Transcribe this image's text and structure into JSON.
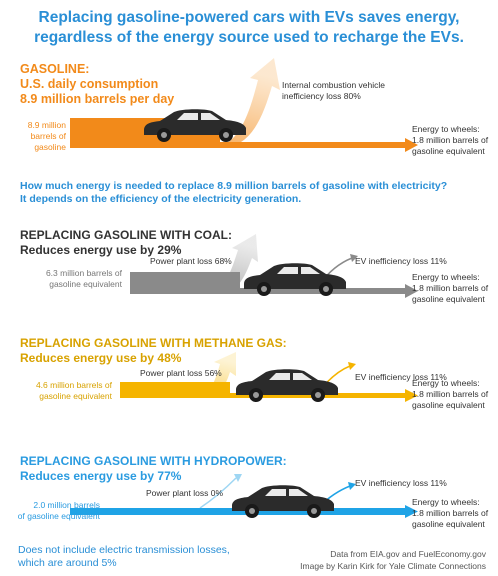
{
  "title": {
    "line1": "Replacing gasoline-powered cars with EVs saves energy,",
    "line2": "regardless of the energy source used to recharge the EVs."
  },
  "gasoline": {
    "heading1": "GASOLINE:",
    "heading2": "U.S. daily consumption",
    "heading3": "8.9 million barrels per day",
    "input_line1": "8.9 million barrels of",
    "input_line2": "gasoline",
    "loss_line1": "Internal combustion vehicle",
    "loss_line2": "inefficiency loss 80%",
    "out_line1": "Energy to wheels:",
    "out_line2": "1.8 million barrels of",
    "out_line3": "gasoline equivalent"
  },
  "question": {
    "line1": "How much energy is needed to replace 8.9 million barrels of gasoline with electricity?",
    "line2": "It depends on the efficiency of the electricity generation."
  },
  "coal": {
    "heading1": "REPLACING GASOLINE WITH COAL:",
    "heading2": "Reduces energy use by 29%",
    "input_line1": "6.3 million barrels of",
    "input_line2": "gasoline equivalent",
    "plant_loss": "Power plant loss 68%",
    "ev_loss": "EV inefficiency loss 11%",
    "out_line1": "Energy to wheels:",
    "out_line2": "1.8 million barrels of",
    "out_line3": "gasoline equivalent"
  },
  "methane": {
    "heading1": "REPLACING GASOLINE WITH METHANE GAS:",
    "heading2": "Reduces energy use by 48%",
    "input_line1": "4.6 million barrels of",
    "input_line2": "gasoline equivalent",
    "plant_loss": "Power plant loss 56%",
    "ev_loss": "EV inefficiency loss 11%",
    "out_line1": "Energy to wheels:",
    "out_line2": "1.8 million barrels of",
    "out_line3": "gasoline equivalent"
  },
  "hydro": {
    "heading1": "REPLACING GASOLINE WITH HYDROPOWER:",
    "heading2": "Reduces energy use by 77%",
    "input_line1": "2.0 million barrels",
    "input_line2": "of gasoline equivalent",
    "plant_loss": "Power plant loss 0%",
    "ev_loss": "EV inefficiency loss 11%",
    "out_line1": "Energy to wheels:",
    "out_line2": "1.8 million barrels of",
    "out_line3": "gasoline equivalent"
  },
  "footer": {
    "note1": "Does not include electric transmission losses,",
    "note2": "which are around 5%",
    "credit1": "Data from EIA.gov and FuelEconomy.gov",
    "credit2": "Image by Karin Kirk for Yale Climate Connections"
  },
  "colors": {
    "title": "#2a8fd6",
    "gasoline": "#f28a1a",
    "coal": "#8a8a8a",
    "methane": "#f5b400",
    "hydro": "#1fa3e6",
    "car": "#2b2b2b"
  },
  "icons": [
    "car-icon",
    "loss-arrow-icon",
    "flow-arrow-icon"
  ]
}
